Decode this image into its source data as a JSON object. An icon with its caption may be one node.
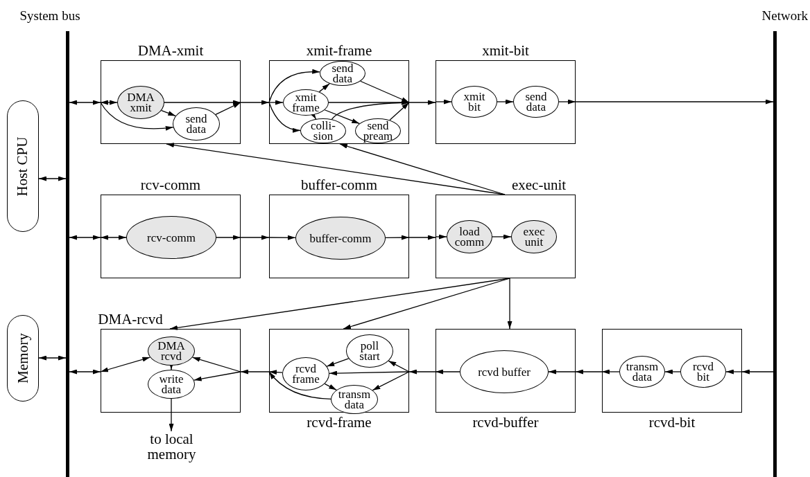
{
  "diagram": {
    "nodes": [
      {
        "text": [
          "System bus"
        ]
      },
      {
        "text": [
          "Network"
        ]
      },
      {
        "text": [
          "Host CPU"
        ]
      },
      {
        "text": [
          "Memory"
        ]
      },
      {
        "text": [
          "DMA-xmit"
        ]
      },
      {
        "text": [
          "DMA xmit"
        ],
        "in": 4
      },
      {
        "text": [
          "send data"
        ],
        "in": 4
      },
      {
        "text": [
          "xmit-frame"
        ]
      },
      {
        "text": [
          "xmit frame"
        ],
        "in": 7
      },
      {
        "text": [
          "send data"
        ],
        "in": 7
      },
      {
        "text": [
          "colli- sion"
        ],
        "in": 7
      },
      {
        "text": [
          "send pream"
        ],
        "in": 7
      },
      {
        "text": [
          "xmit-bit"
        ]
      },
      {
        "text": [
          "xmit bit"
        ],
        "in": 12
      },
      {
        "text": [
          "send data"
        ],
        "in": 12
      },
      {
        "text": [
          "rcv-comm"
        ]
      },
      {
        "text": [
          "rcv-comm"
        ],
        "in": 15
      },
      {
        "text": [
          "buffer-comm"
        ]
      },
      {
        "text": [
          "buffer-comm"
        ],
        "in": 17
      },
      {
        "text": [
          "exec-unit"
        ]
      },
      {
        "text": [
          "load comm"
        ],
        "in": 19
      },
      {
        "text": [
          "exec unit"
        ],
        "in": 19
      },
      {
        "text": [
          "DMA-rcvd"
        ]
      },
      {
        "text": [
          "DMA rcvd"
        ],
        "in": 22
      },
      {
        "text": [
          "write data"
        ],
        "in": 22
      },
      {
        "text": [
          "rcvd-frame"
        ]
      },
      {
        "text": [
          "poll start"
        ],
        "in": 25
      },
      {
        "text": [
          "rcvd frame"
        ],
        "in": 25
      },
      {
        "text": [
          "transm data"
        ],
        "in": 25
      },
      {
        "text": [
          "rcvd-buffer"
        ]
      },
      {
        "text": [
          "rcvd buffer"
        ],
        "in": 29
      },
      {
        "text": [
          "rcvd-bit"
        ]
      },
      {
        "text": [
          "transm data"
        ],
        "in": 31
      },
      {
        "text": [
          "rcvd bit"
        ],
        "in": 31
      },
      {
        "text": [
          "to local memory"
        ]
      }
    ],
    "edges": [
      {
        "from": 0,
        "to": 4,
        "arrow": "both"
      },
      {
        "from": 4,
        "to": 5,
        "arrow": "both"
      },
      {
        "from": 4,
        "to": 6,
        "arrow": "to"
      },
      {
        "from": 5,
        "to": 6,
        "arrow": "to"
      },
      {
        "from": 5,
        "to": 4,
        "arrow": "to"
      },
      {
        "from": 6,
        "to": 4,
        "arrow": "to"
      },
      {
        "from": 4,
        "to": 7,
        "arrow": "to"
      },
      {
        "from": 7,
        "to": 8,
        "arrow": "to"
      },
      {
        "from": 7,
        "to": 9,
        "arrow": "to"
      },
      {
        "from": 7,
        "to": 10,
        "arrow": "to"
      },
      {
        "from": 8,
        "to": 9,
        "arrow": "to"
      },
      {
        "from": 8,
        "to": 10,
        "arrow": "to"
      },
      {
        "from": 8,
        "to": 11,
        "arrow": "to"
      },
      {
        "from": 8,
        "to": 7,
        "arrow": "to"
      },
      {
        "from": 9,
        "to": 7,
        "arrow": "to"
      },
      {
        "from": 10,
        "to": 7,
        "arrow": "to"
      },
      {
        "from": 11,
        "to": 7,
        "arrow": "to"
      },
      {
        "from": 7,
        "to": 12,
        "arrow": "to"
      },
      {
        "from": 12,
        "to": 13,
        "arrow": "to"
      },
      {
        "from": 13,
        "to": 14,
        "arrow": "to"
      },
      {
        "from": 14,
        "to": 12,
        "arrow": "to"
      },
      {
        "from": 12,
        "to": 1,
        "arrow": "to"
      },
      {
        "from": 2,
        "to": 0,
        "arrow": "both"
      },
      {
        "from": 3,
        "to": 0,
        "arrow": "both"
      },
      {
        "from": 0,
        "to": 15,
        "arrow": "both"
      },
      {
        "from": 15,
        "to": 16,
        "arrow": "both"
      },
      {
        "from": 16,
        "to": 15,
        "arrow": "to"
      },
      {
        "from": 15,
        "to": 17,
        "arrow": "to"
      },
      {
        "from": 17,
        "to": 18,
        "arrow": "to"
      },
      {
        "from": 18,
        "to": 17,
        "arrow": "to"
      },
      {
        "from": 17,
        "to": 19,
        "arrow": "to"
      },
      {
        "from": 19,
        "to": 20,
        "arrow": "to"
      },
      {
        "from": 20,
        "to": 21,
        "arrow": "to"
      },
      {
        "from": 19,
        "to": 4,
        "arrow": "to"
      },
      {
        "from": 19,
        "to": 7,
        "arrow": "to"
      },
      {
        "from": 19,
        "to": 22,
        "arrow": "to"
      },
      {
        "from": 19,
        "to": 25,
        "arrow": "to"
      },
      {
        "from": 19,
        "to": 29,
        "arrow": "to"
      },
      {
        "from": 1,
        "to": 31,
        "arrow": "to"
      },
      {
        "from": 31,
        "to": 33,
        "arrow": "to"
      },
      {
        "from": 33,
        "to": 32,
        "arrow": "to"
      },
      {
        "from": 32,
        "to": 31,
        "arrow": "to"
      },
      {
        "from": 31,
        "to": 29,
        "arrow": "to"
      },
      {
        "from": 29,
        "to": 30,
        "arrow": "to"
      },
      {
        "from": 30,
        "to": 29,
        "arrow": "to"
      },
      {
        "from": 29,
        "to": 25,
        "arrow": "to"
      },
      {
        "from": 25,
        "to": 26,
        "arrow": "to"
      },
      {
        "from": 25,
        "to": 27,
        "arrow": "to"
      },
      {
        "from": 25,
        "to": 28,
        "arrow": "to"
      },
      {
        "from": 26,
        "to": 27,
        "arrow": "to"
      },
      {
        "from": 27,
        "to": 28,
        "arrow": "to"
      },
      {
        "from": 28,
        "to": 25,
        "arrow": "to"
      },
      {
        "from": 27,
        "to": 25,
        "arrow": "to"
      },
      {
        "from": 25,
        "to": 22,
        "arrow": "to"
      },
      {
        "from": 22,
        "to": 23,
        "arrow": "both"
      },
      {
        "from": 22,
        "to": 23,
        "arrow": "to"
      },
      {
        "from": 22,
        "to": 24,
        "arrow": "to"
      },
      {
        "from": 23,
        "to": 24,
        "arrow": "to"
      },
      {
        "from": 24,
        "to": 34,
        "arrow": "to"
      },
      {
        "from": 22,
        "to": 0,
        "arrow": "both"
      }
    ]
  }
}
